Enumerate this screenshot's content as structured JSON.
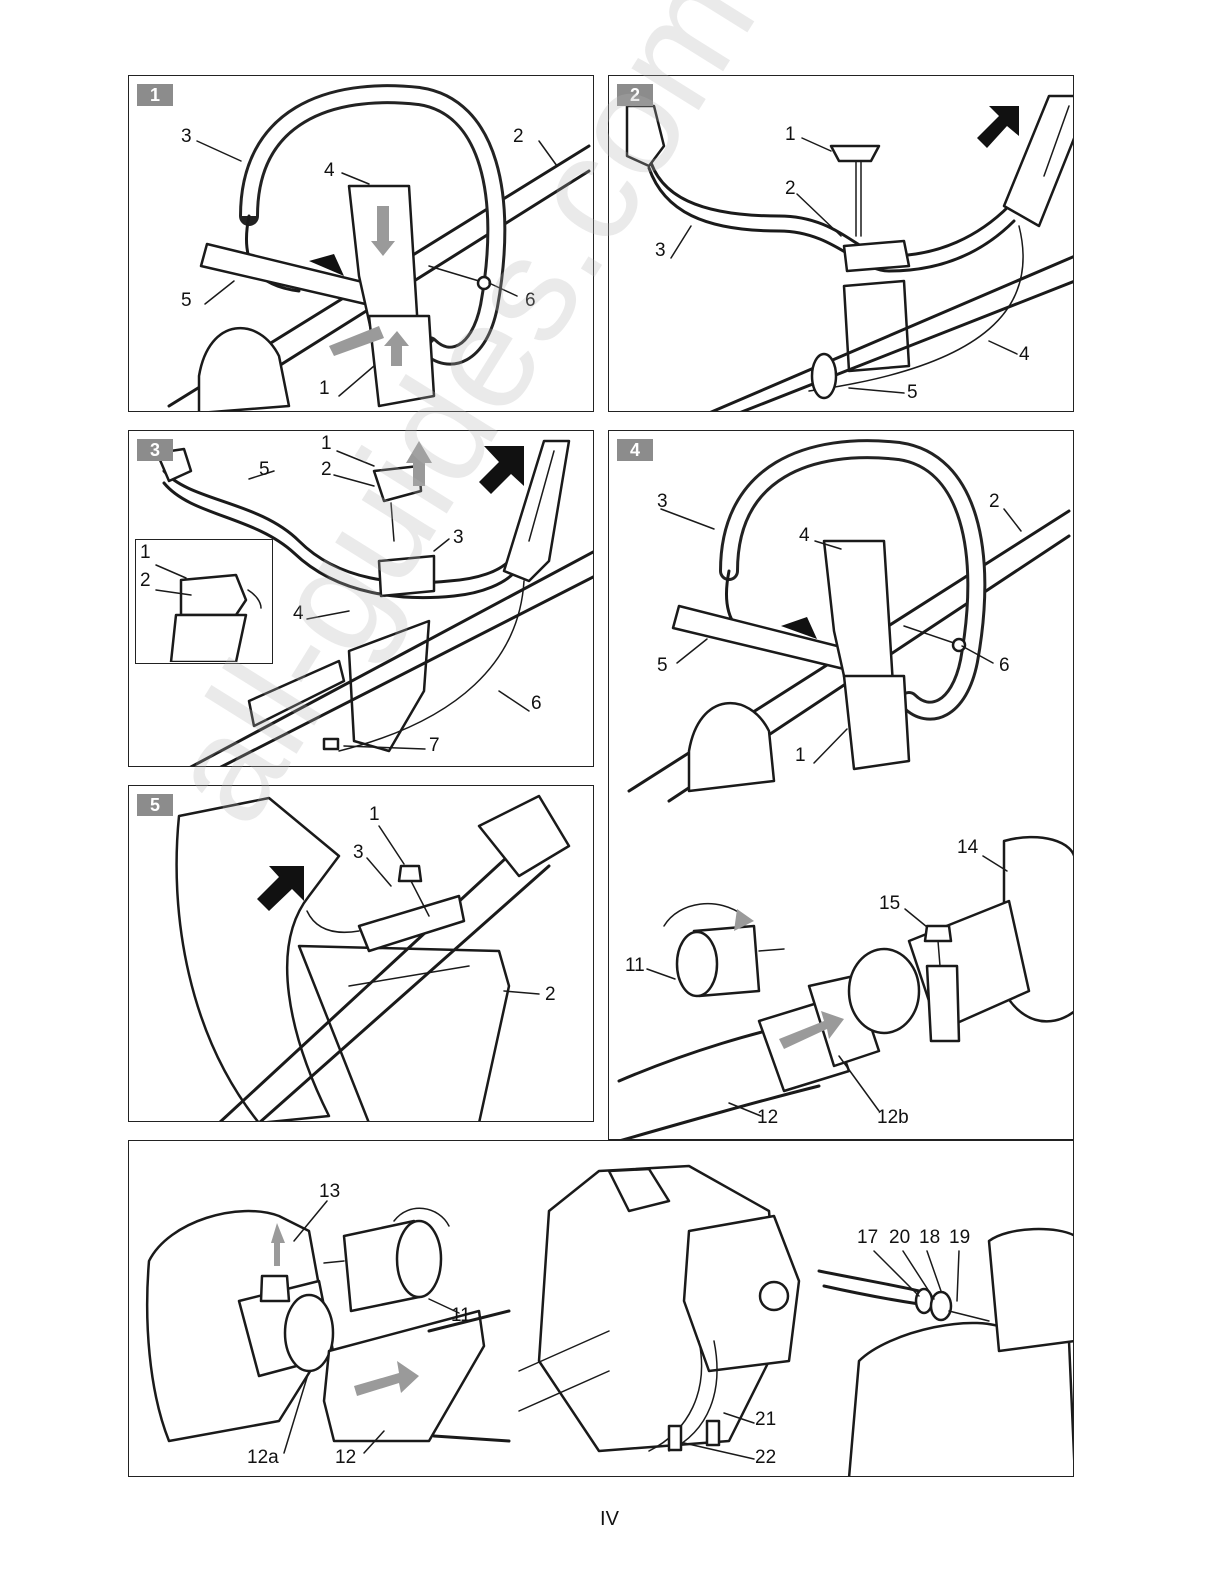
{
  "page": {
    "number": "IV"
  },
  "watermark": "all-guides.com",
  "figures": [
    {
      "id": "1",
      "labels": [
        "3",
        "2",
        "4",
        "5",
        "6",
        "1"
      ]
    },
    {
      "id": "2",
      "labels": [
        "1",
        "2",
        "3",
        "4",
        "5"
      ]
    },
    {
      "id": "3",
      "labels": [
        "1",
        "2",
        "5",
        "3",
        "4",
        "6",
        "7"
      ],
      "inset_labels": [
        "1",
        "2"
      ]
    },
    {
      "id": "4",
      "labels": [
        "3",
        "2",
        "4",
        "5",
        "6",
        "1",
        "14",
        "15",
        "11",
        "12",
        "12b"
      ]
    },
    {
      "id": "5",
      "labels": [
        "1",
        "3",
        "2"
      ]
    },
    {
      "id": "bottom",
      "labels": [
        "13",
        "11",
        "12a",
        "12",
        "21",
        "22",
        "17",
        "20",
        "18",
        "19"
      ]
    }
  ],
  "colors": {
    "arrow_grey": "#9a9a9a",
    "badge_grey": "#8c8c8c",
    "line": "#1a1a1a"
  }
}
